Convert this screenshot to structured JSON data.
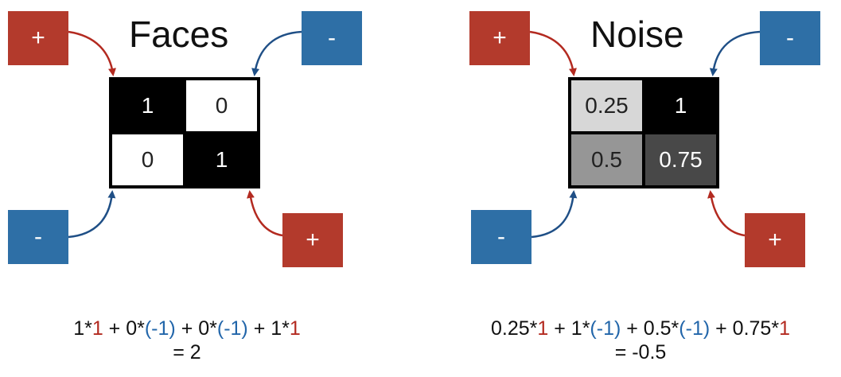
{
  "colors": {
    "plus_box": "#b33a2c",
    "minus_box": "#2e6fa6",
    "red_text": "#b32a20",
    "blue_text": "#2266aa",
    "arrow_red": "#b32a20",
    "arrow_blue": "#1f4f86"
  },
  "faces": {
    "title": "Faces",
    "cells": [
      {
        "value": "1",
        "gray": 0
      },
      {
        "value": "0",
        "gray": 255
      },
      {
        "value": "0",
        "gray": 255
      },
      {
        "value": "1",
        "gray": 0
      }
    ],
    "signs": {
      "top_left": "+",
      "top_right": "-",
      "bottom_left": "-",
      "bottom_right": "+"
    },
    "formula": {
      "t1": "1*",
      "w1": "1",
      "t2": " + 0*",
      "w2": "(-1)",
      "t3": " + 0*",
      "w3": "(-1)",
      "t4": " + 1*",
      "w4": "1",
      "result": "= 2"
    }
  },
  "noise": {
    "title": "Noise",
    "cells": [
      {
        "value": "0.25",
        "gray": 215
      },
      {
        "value": "1",
        "gray": 0
      },
      {
        "value": "0.5",
        "gray": 150
      },
      {
        "value": "0.75",
        "gray": 72
      }
    ],
    "signs": {
      "top_left": "+",
      "top_right": "-",
      "bottom_left": "-",
      "bottom_right": "+"
    },
    "formula": {
      "t1": "0.25*",
      "w1": "1",
      "t2": " + 1*",
      "w2": "(-1)",
      "t3": " + 0.5*",
      "w3": "(-1)",
      "t4": " + 0.75*",
      "w4": "1",
      "result": "= -0.5"
    }
  }
}
